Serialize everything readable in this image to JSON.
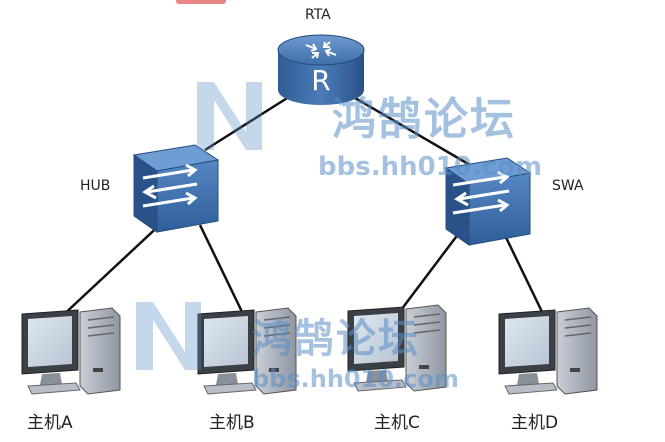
{
  "diagram": {
    "nodes": {
      "router": {
        "label": "RTA",
        "icon": "router-icon"
      },
      "hub": {
        "label": "HUB",
        "icon": "hub-icon"
      },
      "switch": {
        "label": "SWA",
        "icon": "switch-icon"
      },
      "hosts": [
        {
          "label": "主机A",
          "icon": "computer-icon"
        },
        {
          "label": "主机B",
          "icon": "computer-icon"
        },
        {
          "label": "主机C",
          "icon": "computer-icon"
        },
        {
          "label": "主机D",
          "icon": "computer-icon"
        }
      ]
    },
    "links": [
      [
        "RTA",
        "HUB"
      ],
      [
        "RTA",
        "SWA"
      ],
      [
        "HUB",
        "主机A"
      ],
      [
        "HUB",
        "主机B"
      ],
      [
        "SWA",
        "主机C"
      ],
      [
        "SWA",
        "主机D"
      ]
    ]
  },
  "watermark": {
    "cjk": "鸿鹄论坛",
    "url": "bbs.hh010.com"
  },
  "colors": {
    "device_blue": "#3f6fa7",
    "device_blue_dark": "#244d80",
    "line": "#111111",
    "watermark": "#5a8fc6"
  }
}
